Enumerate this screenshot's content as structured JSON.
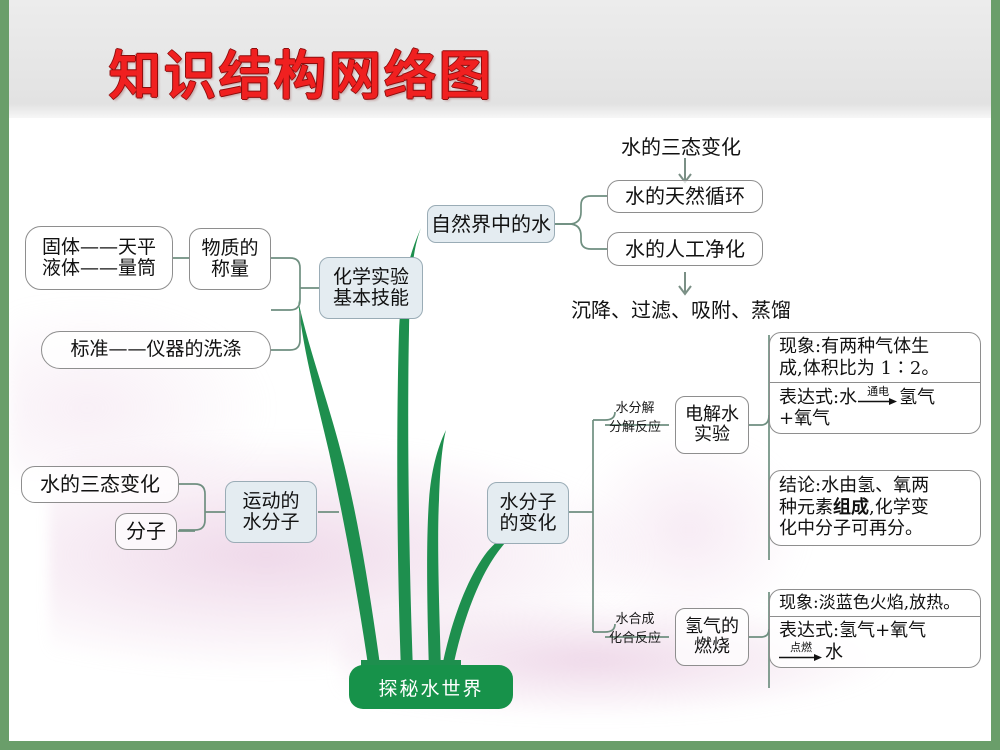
{
  "slide": {
    "title": "知识结构网络图",
    "title_color": "#f02020",
    "border_color": "#6a9e6a",
    "stem_color": "#1e8f4e",
    "center_node_color": "#17924a",
    "node_fill_blue": "#e4ecf1"
  },
  "center": {
    "label": "探秘水世界"
  },
  "branch_lab": {
    "node": "化学实验\n基本技能",
    "node_line1": "化学实验",
    "node_line2": "基本技能",
    "weighing": {
      "line1": "物质的",
      "line2": "称量"
    },
    "measure_box": {
      "line1": "固体——天平",
      "line2": "液体——量筒"
    },
    "washing": "标准——仪器的洗涤"
  },
  "branch_nature": {
    "node": "自然界中的水",
    "above_label": "水的三态变化",
    "child1": "水的天然循环",
    "child2": "水的人工净化",
    "below_label": "沉降、过滤、吸附、蒸馏"
  },
  "branch_molecule": {
    "node_line1": "运动的",
    "node_line2": "水分子",
    "child1": "水的三态变化",
    "child2": "分子"
  },
  "branch_change": {
    "node_line1": "水分子",
    "node_line2": "的变化",
    "decompose": {
      "tag_line1": "水分解",
      "tag_line2": "分解反应",
      "node_line1": "电解水",
      "node_line2": "实验",
      "card": {
        "phenomenon_l1": "现象:有两种气体生",
        "phenomenon_l2": "成,体积比为 1∶2。",
        "expression_prefix": "表达式:水",
        "expression_condition": "通电",
        "expression_product_l1": "氢气",
        "expression_product_l2": "+氧气"
      },
      "conclusion": {
        "l1": "结论:水由氢、氧两",
        "l2_pre": "种元素",
        "l2_bold": "组成",
        "l2_post": ",化学变",
        "l3": "化中分子可再分。"
      }
    },
    "synthesize": {
      "tag_line1": "水合成",
      "tag_line2": "化合反应",
      "node_line1": "氢气的",
      "node_line2": "燃烧",
      "card": {
        "phenomenon": "现象:淡蓝色火焰,放热。",
        "expression_l1": "表达式:氢气+氧气",
        "expression_condition": "点燃",
        "expression_product": "水"
      }
    }
  }
}
